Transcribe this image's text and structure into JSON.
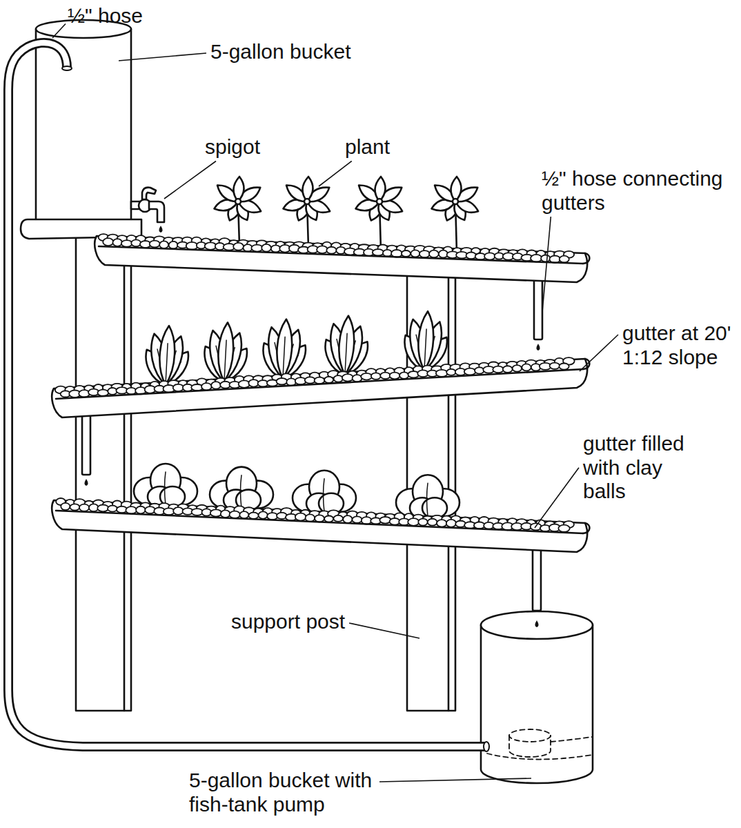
{
  "diagram": {
    "labels": [
      "½\" hose",
      "5-gallon bucket",
      "spigot",
      "plant",
      "½\" hose connecting gutters",
      "gutter at 20' 1:12 slope",
      "gutter filled with clay balls",
      "support post",
      "5-gallon bucket with fish-tank pump"
    ]
  }
}
